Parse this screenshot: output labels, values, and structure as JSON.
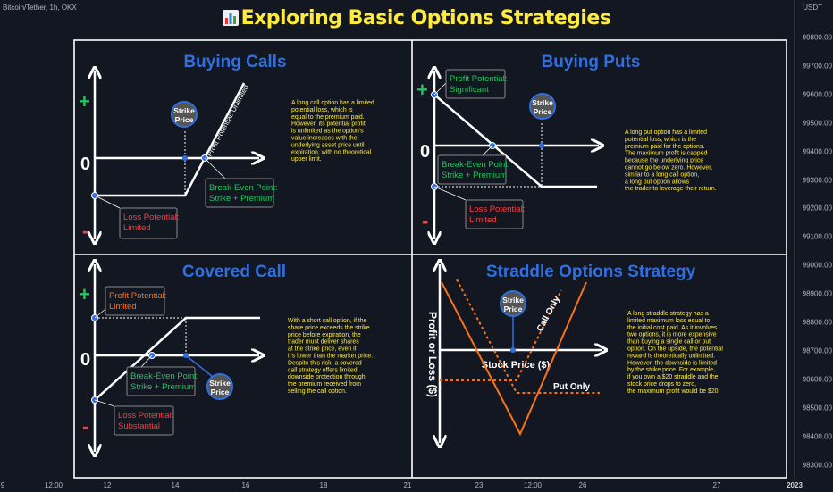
{
  "header": {
    "symbol": "Bitcoin/Tether, 1h, OKX",
    "currency": "USDT",
    "title": "Exploring Basic Options Strategies",
    "title_icon": "bar-chart-emoji"
  },
  "price_axis": [
    "99800.00",
    "99700.00",
    "99600.00",
    "99500.00",
    "99400.00",
    "99300.00",
    "99200.00",
    "99100.00",
    "99000.00",
    "98900.00",
    "98800.00",
    "98700.00",
    "98600.00",
    "98500.00",
    "98400.00",
    "98300.00"
  ],
  "time_axis": [
    "9",
    "12:00",
    "12",
    "14",
    "16",
    "18",
    "21",
    "23",
    "12:00",
    "26",
    "27",
    "2023"
  ],
  "panels": {
    "buying_calls": {
      "title": "Buying Calls",
      "zero": "0",
      "plus": "+",
      "minus": "-",
      "strike": [
        "Strike",
        "Price"
      ],
      "loss": [
        "Loss Potential:",
        "Limited"
      ],
      "breakeven": [
        "Break-Even Point:",
        "Strike + Premium"
      ],
      "profit_diag": "Profit Potential: Unlimited",
      "description": [
        "A long call option has a limited",
        "potential loss, which is",
        "equal to the premium paid.",
        "However, its potential profit",
        "is unlimited as the option's",
        "value increases with the",
        "underlying asset price until",
        "expiration, with no theoretical",
        "upper limit."
      ]
    },
    "buying_puts": {
      "title": "Buying Puts",
      "zero": "0",
      "plus": "+",
      "minus": "-",
      "strike": [
        "Strike",
        "Price"
      ],
      "profit": [
        "Profit Potential:",
        "Significant"
      ],
      "breakeven": [
        "Break-Even Point:",
        "Strike + Premium"
      ],
      "loss": [
        "Loss Potential:",
        "Limited"
      ],
      "description": [
        "A long put option has a limited",
        "potential loss, which is the",
        "premium paid for the options.",
        "The maximum profit is capped",
        "because the underlying price",
        "cannot go below zero. However,",
        "similar to a long call option,",
        "a long put option allows",
        "the trader to leverage their return."
      ]
    },
    "covered_call": {
      "title": "Covered Call",
      "zero": "0",
      "plus": "+",
      "minus": "-",
      "strike": [
        "Strike",
        "Price"
      ],
      "profit": [
        "Profit Potential:",
        "Limited"
      ],
      "breakeven": [
        "Break-Even Point:",
        "Strike + Premium"
      ],
      "loss": [
        "Loss Potential:",
        "Substantial"
      ],
      "description": [
        "With a short call option, if the",
        "share price exceeds the strike",
        "price before expiration, the",
        "trader must deliver shares",
        "at the strike price, even if",
        "it's lower than the market price.",
        "Despite this risk, a covered",
        "call strategy offers limited",
        "downside protection through",
        "the premium received from",
        "selling the call option."
      ]
    },
    "straddle": {
      "title": "Straddle Options Strategy",
      "yaxis": "Profit or Loss ($)",
      "xaxis": "Stock Price ($)",
      "strike": [
        "Strike",
        "Price"
      ],
      "call_only": "Call Only",
      "put_only": "Put Only",
      "description": [
        "A long straddle strategy has a",
        "limited maximum loss equal to",
        "the initial cost paid. As it involves",
        "two options, it is more expensive",
        "than buying a single call or put",
        "option. On the upside, the potential",
        "reward is theoretically unlimited.",
        "However, the downside is limited",
        "by the strike price. For example,",
        "if you own a $20 straddle and the",
        "stock price drops to zero,",
        "the maximum profit would be $20."
      ]
    }
  },
  "colors": {
    "background": "#131722",
    "title": "#ffeb3b",
    "panel_title": "#2f6fe0",
    "profit": "#22c55e",
    "loss": "#ef4444",
    "accent_blue": "#2f6fe0",
    "straddle_line": "#f97316"
  }
}
